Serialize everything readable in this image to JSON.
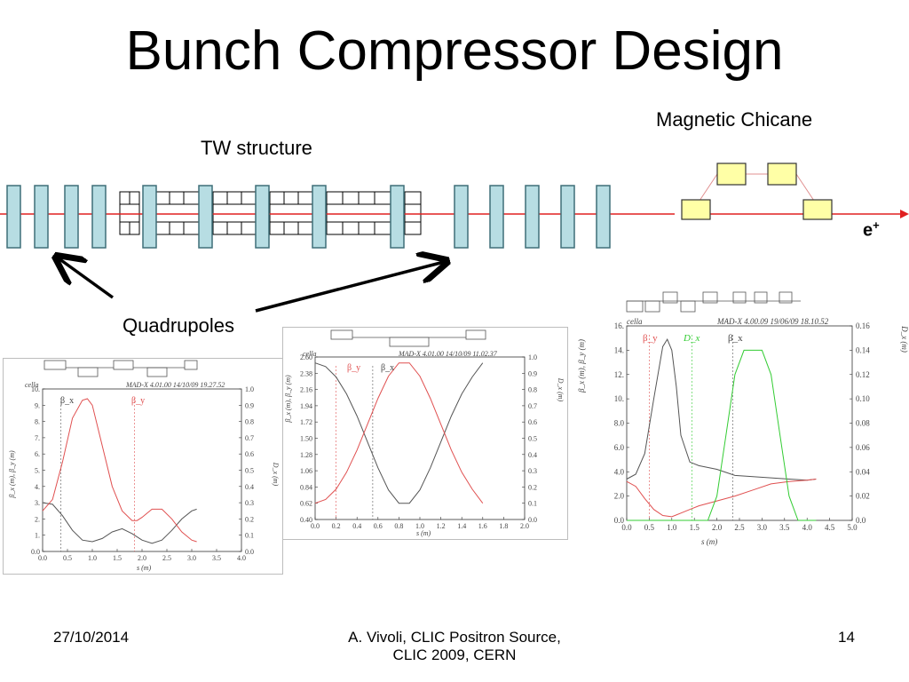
{
  "slide": {
    "title": "Bunch Compressor Design",
    "labels": {
      "magnetic_chicane": "Magnetic Chicane",
      "tw_structure": "TW structure",
      "quadrupoles": "Quadrupoles",
      "positron": "e+"
    },
    "footer": {
      "date": "27/10/2014",
      "author_line1": "A. Vivoli,  CLIC Positron Source,",
      "author_line2": "CLIC 2009, CERN",
      "page": "14"
    }
  },
  "colors": {
    "quad_fill": "#b7dde3",
    "quad_stroke": "#3f6f78",
    "beam": "#e02020",
    "dipole_fill": "#ffffa6",
    "beta_x": "#555555",
    "beta_y": "#e05050",
    "dispersion": "#33cc33"
  },
  "plots": {
    "left": {
      "header_left": "cella",
      "header_right": "MAD-X 4.01.00  14/10/09 19.27.52",
      "ylabel_left": "β_x (m), β_y (m)",
      "ylabel_right": "D_x (m)",
      "xlabel": "s (m)",
      "marker_bx": "β_x",
      "marker_by": "β_y"
    },
    "middle": {
      "header_left": "cella",
      "header_right": "MAD-X 4.01.00  14/10/09 11.02.37",
      "ylabel_left": "β_x (m), β_y (m)",
      "ylabel_right": "D_x (m)",
      "xlabel": "s (m)",
      "marker_by": "β_y",
      "marker_bx": "β_x"
    },
    "right": {
      "header_left": "cella",
      "header_right": "MAD-X 4.00.09  19/06/09 18.10.52",
      "ylabel_left": "β_x (m), β_y (m)",
      "ylabel_right": "D_x (m)",
      "xlabel": "s (m)",
      "marker_by": "β_y",
      "marker_dx": "D_x",
      "marker_bx": "β_x"
    }
  },
  "chart_data": [
    {
      "type": "line",
      "x_range": [
        0.0,
        4.0
      ],
      "y_left_range": [
        0.0,
        10.0
      ],
      "y_right_range": [
        0.0,
        1.0
      ],
      "x_ticks": [
        "0.0",
        "0.5",
        "1.0",
        "1.5",
        "2.0",
        "2.5",
        "3.0",
        "3.5",
        "4.0"
      ],
      "y_left_ticks": [
        "0.0",
        "1.",
        "2.",
        "3.",
        "4.",
        "5.",
        "6.",
        "7.",
        "8.",
        "9.",
        "10."
      ],
      "y_right_ticks": [
        "0.0",
        "0.1",
        "0.2",
        "0.3",
        "0.4",
        "0.5",
        "0.6",
        "0.7",
        "0.8",
        "0.9",
        "1.0"
      ],
      "series": [
        {
          "name": "β_x",
          "x": [
            0,
            0.2,
            0.4,
            0.6,
            0.8,
            1.0,
            1.2,
            1.4,
            1.6,
            1.8,
            2.0,
            2.2,
            2.4,
            2.6,
            2.8,
            3.0,
            3.1
          ],
          "y": [
            3.0,
            2.9,
            2.2,
            1.3,
            0.7,
            0.6,
            0.8,
            1.2,
            1.4,
            1.1,
            0.7,
            0.5,
            0.7,
            1.3,
            2.0,
            2.5,
            2.6
          ]
        },
        {
          "name": "β_y",
          "x": [
            0,
            0.2,
            0.4,
            0.6,
            0.8,
            0.9,
            1.0,
            1.2,
            1.4,
            1.6,
            1.8,
            1.9,
            2.0,
            2.2,
            2.4,
            2.6,
            2.8,
            3.0,
            3.1
          ],
          "y": [
            2.5,
            3.2,
            5.5,
            8.2,
            9.3,
            9.4,
            9.0,
            6.5,
            4.0,
            2.5,
            1.9,
            1.9,
            2.1,
            2.6,
            2.6,
            2.0,
            1.2,
            0.7,
            0.6
          ]
        }
      ]
    },
    {
      "type": "line",
      "x_range": [
        0.0,
        2.0
      ],
      "y_left_range": [
        0.4,
        2.6
      ],
      "y_right_range": [
        0.0,
        1.0
      ],
      "x_ticks": [
        "0.0",
        "0.2",
        "0.4",
        "0.6",
        "0.8",
        "1.0",
        "1.2",
        "1.4",
        "1.6",
        "1.8",
        "2.0"
      ],
      "y_left_ticks": [
        "0.40",
        "0.62",
        "0.84",
        "1.06",
        "1.28",
        "1.50",
        "1.72",
        "1.94",
        "2.16",
        "2.38",
        "2.60"
      ],
      "y_right_ticks": [
        "0.0",
        "0.1",
        "0.2",
        "0.3",
        "0.4",
        "0.5",
        "0.6",
        "0.7",
        "0.8",
        "0.9",
        "1.0"
      ],
      "series": [
        {
          "name": "β_x",
          "x": [
            0,
            0.1,
            0.2,
            0.3,
            0.4,
            0.5,
            0.6,
            0.7,
            0.8,
            0.9,
            1.0,
            1.1,
            1.2,
            1.3,
            1.4,
            1.5,
            1.6
          ],
          "y": [
            2.52,
            2.47,
            2.33,
            2.1,
            1.8,
            1.45,
            1.1,
            0.8,
            0.62,
            0.62,
            0.8,
            1.1,
            1.45,
            1.8,
            2.1,
            2.33,
            2.52
          ]
        },
        {
          "name": "β_y",
          "x": [
            0,
            0.1,
            0.2,
            0.3,
            0.4,
            0.5,
            0.6,
            0.7,
            0.8,
            0.9,
            1.0,
            1.1,
            1.2,
            1.3,
            1.4,
            1.5,
            1.6
          ],
          "y": [
            0.62,
            0.67,
            0.81,
            1.04,
            1.34,
            1.69,
            2.04,
            2.34,
            2.52,
            2.52,
            2.34,
            2.04,
            1.69,
            1.34,
            1.04,
            0.81,
            0.62
          ]
        }
      ]
    },
    {
      "type": "line",
      "x_range": [
        0.0,
        5.0
      ],
      "y_left_range": [
        0.0,
        16.0
      ],
      "y_right_range": [
        0.0,
        0.16
      ],
      "x_ticks": [
        "0.0",
        "0.5",
        "1.0",
        "1.5",
        "2.0",
        "2.5",
        "3.0",
        "3.5",
        "4.0",
        "4.5",
        "5.0"
      ],
      "y_left_ticks": [
        "0.0",
        "2.0",
        "4.0",
        "6.0",
        "8.0",
        "10.",
        "12.",
        "14.",
        "16."
      ],
      "y_right_ticks": [
        "0.0",
        "0.02",
        "0.04",
        "0.06",
        "0.08",
        "0.10",
        "0.12",
        "0.14",
        "0.16"
      ],
      "series": [
        {
          "name": "β_x",
          "x": [
            0,
            0.2,
            0.4,
            0.6,
            0.8,
            0.9,
            1.0,
            1.1,
            1.2,
            1.4,
            1.6,
            2.0,
            2.4,
            2.8,
            3.2,
            3.6,
            4.0,
            4.2
          ],
          "y": [
            3.4,
            3.8,
            5.5,
            10.0,
            14.3,
            14.9,
            14.0,
            11.0,
            7.0,
            4.8,
            4.5,
            4.2,
            3.7,
            3.6,
            3.5,
            3.4,
            3.3,
            3.4
          ]
        },
        {
          "name": "β_y",
          "x": [
            0,
            0.2,
            0.4,
            0.6,
            0.8,
            1.0,
            1.2,
            1.4,
            1.6,
            2.0,
            2.4,
            2.8,
            3.2,
            3.6,
            4.0,
            4.2
          ],
          "y": [
            3.2,
            2.8,
            1.8,
            0.9,
            0.4,
            0.3,
            0.6,
            0.9,
            1.2,
            1.6,
            2.0,
            2.5,
            3.0,
            3.2,
            3.3,
            3.4
          ]
        },
        {
          "name": "D_x",
          "axis": "right",
          "x": [
            0,
            1.5,
            1.8,
            2.0,
            2.2,
            2.4,
            2.6,
            2.8,
            3.0,
            3.2,
            3.4,
            3.6,
            3.8,
            4.0,
            4.2
          ],
          "y": [
            0,
            0,
            0,
            0.02,
            0.07,
            0.12,
            0.14,
            0.14,
            0.14,
            0.12,
            0.07,
            0.02,
            0,
            0,
            0
          ]
        }
      ]
    }
  ]
}
